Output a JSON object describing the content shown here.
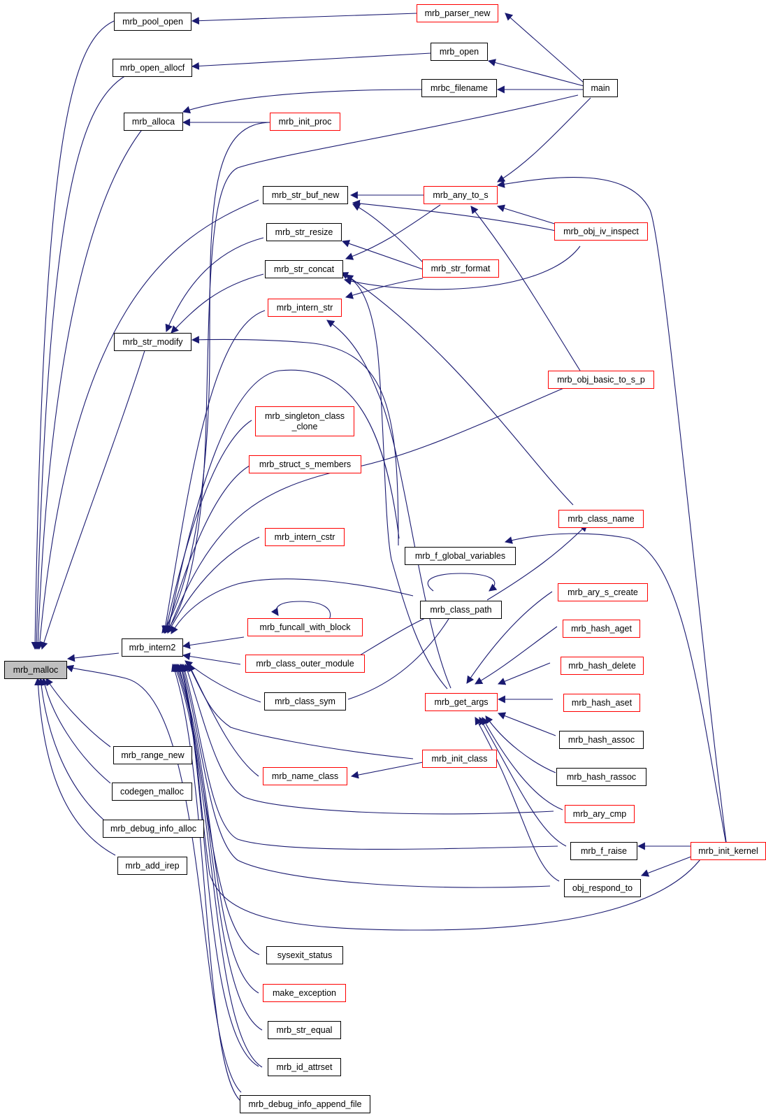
{
  "graph": {
    "colors": {
      "edge": "#191970",
      "node_border": "#000000",
      "doc_missing_border": "#ff0000",
      "root_fill": "#bfbfbf"
    },
    "nodes": {
      "mrb_malloc": "mrb_malloc",
      "mrb_pool_open": "mrb_pool_open",
      "mrb_open_allocf": "mrb_open_allocf",
      "mrb_alloca": "mrb_alloca",
      "mrb_str_modify": "mrb_str_modify",
      "mrb_intern2": "mrb_intern2",
      "mrb_range_new": "mrb_range_new",
      "codegen_malloc": "codegen_malloc",
      "mrb_debug_info_alloc": "mrb_debug_info_alloc",
      "mrb_add_irep": "mrb_add_irep",
      "mrb_parser_new": "mrb_parser_new",
      "mrb_open": "mrb_open",
      "mrbc_filename": "mrbc_filename",
      "mrb_init_proc": "mrb_init_proc",
      "mrb_str_buf_new": "mrb_str_buf_new",
      "mrb_str_resize": "mrb_str_resize",
      "mrb_str_concat": "mrb_str_concat",
      "mrb_intern_str": "mrb_intern_str",
      "mrb_singleton_class_clone": "mrb_singleton_class\n_clone",
      "mrb_struct_s_members": "mrb_struct_s_members",
      "mrb_intern_cstr": "mrb_intern_cstr",
      "mrb_funcall_with_block": "mrb_funcall_with_block",
      "mrb_class_outer_module": "mrb_class_outer_module",
      "mrb_class_sym": "mrb_class_sym",
      "mrb_name_class": "mrb_name_class",
      "sysexit_status": "sysexit_status",
      "make_exception": "make_exception",
      "mrb_str_equal": "mrb_str_equal",
      "mrb_id_attrset": "mrb_id_attrset",
      "mrb_debug_info_append_file": "mrb_debug_info_append_file",
      "main": "main",
      "mrb_any_to_s": "mrb_any_to_s",
      "mrb_str_format": "mrb_str_format",
      "mrb_obj_iv_inspect": "mrb_obj_iv_inspect",
      "mrb_obj_basic_to_s_p": "mrb_obj_basic_to_s_p",
      "mrb_class_name": "mrb_class_name",
      "mrb_f_global_variables": "mrb_f_global_variables",
      "mrb_class_path": "mrb_class_path",
      "mrb_ary_s_create": "mrb_ary_s_create",
      "mrb_hash_aget": "mrb_hash_aget",
      "mrb_hash_delete": "mrb_hash_delete",
      "mrb_get_args": "mrb_get_args",
      "mrb_hash_aset": "mrb_hash_aset",
      "mrb_hash_assoc": "mrb_hash_assoc",
      "mrb_hash_rassoc": "mrb_hash_rassoc",
      "mrb_init_class": "mrb_init_class",
      "mrb_ary_cmp": "mrb_ary_cmp",
      "mrb_f_raise": "mrb_f_raise",
      "mrb_init_kernel": "mrb_init_kernel",
      "obj_respond_to": "obj_respond_to"
    }
  }
}
